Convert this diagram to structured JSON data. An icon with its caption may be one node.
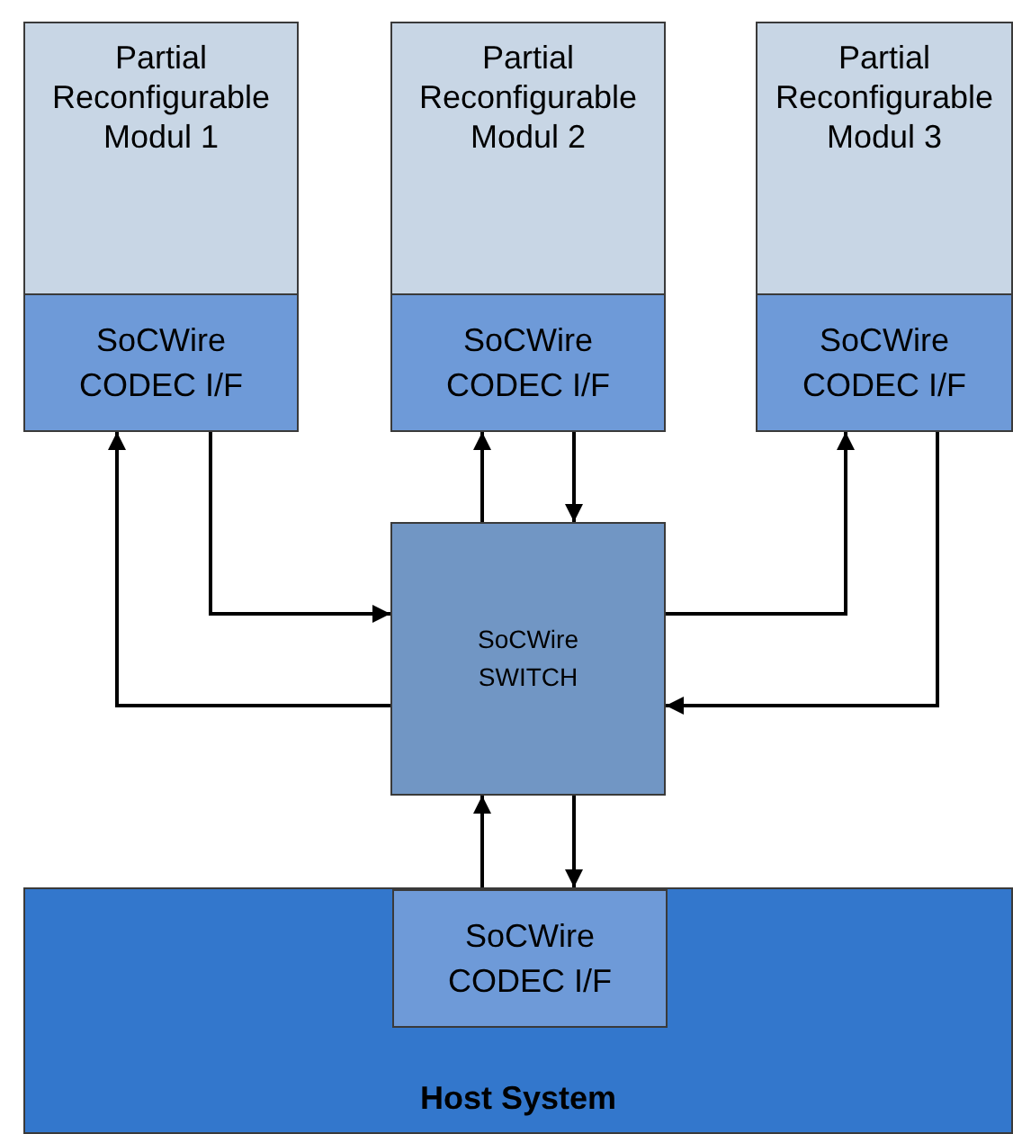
{
  "diagram": {
    "nodes": [
      {
        "text": [
          "Partial Reconfigurable Modul 1"
        ]
      },
      {
        "text": [
          "SoCWire CODEC I/F"
        ]
      },
      {
        "text": [
          "Partial Reconfigurable Modul 2"
        ]
      },
      {
        "text": [
          "SoCWire CODEC I/F"
        ]
      },
      {
        "text": [
          "Partial Reconfigurable Modul 3"
        ]
      },
      {
        "text": [
          "SoCWire CODEC I/F"
        ]
      },
      {
        "text": [
          "SoCWire SWITCH"
        ]
      },
      {
        "text": [
          "Host System"
        ]
      },
      {
        "text": [
          "SoCWire CODEC I/F"
        ],
        "in": 7
      }
    ],
    "edges": [
      {
        "from": 6,
        "to": 1,
        "arrow": "to"
      },
      {
        "from": 1,
        "to": 6,
        "arrow": "to"
      },
      {
        "from": 6,
        "to": 3,
        "arrow": "to"
      },
      {
        "from": 3,
        "to": 6,
        "arrow": "to"
      },
      {
        "from": 6,
        "to": 5,
        "arrow": "to"
      },
      {
        "from": 5,
        "to": 6,
        "arrow": "to"
      },
      {
        "from": 8,
        "to": 6,
        "arrow": "to"
      },
      {
        "from": 6,
        "to": 8,
        "arrow": "to"
      }
    ]
  }
}
